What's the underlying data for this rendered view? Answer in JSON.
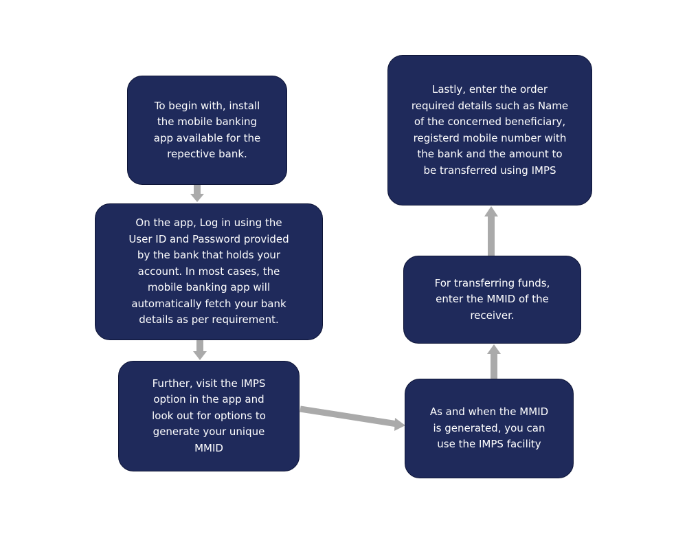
{
  "diagram": {
    "steps": [
      {
        "id": "install-app",
        "text": "To begin with, install the mobile banking app available for the repective bank."
      },
      {
        "id": "log-in",
        "text": "On the app, Log in using the User ID and Password provided by the bank that holds your account. In most cases, the mobile banking app will automatically fetch your bank details as per requirement."
      },
      {
        "id": "generate-mmid",
        "text": "Further, visit the IMPS option in the app and look out for options to generate your unique MMID"
      },
      {
        "id": "use-imps",
        "text": "As and when the MMID is generated, you can use the IMPS facility"
      },
      {
        "id": "enter-mmid",
        "text": "For transferring funds, enter the MMID of the receiver."
      },
      {
        "id": "enter-details",
        "text": "Lastly, enter the order required details such as Name of the concerned beneficiary, registerd mobile number with the bank and the amount to be transferred using IMPS"
      }
    ],
    "connections": [
      {
        "from": "install-app",
        "to": "log-in"
      },
      {
        "from": "log-in",
        "to": "generate-mmid"
      },
      {
        "from": "generate-mmid",
        "to": "use-imps"
      },
      {
        "from": "use-imps",
        "to": "enter-mmid"
      },
      {
        "from": "enter-mmid",
        "to": "enter-details"
      }
    ],
    "colors": {
      "box_fill": "#1f2a5b",
      "box_border": "#0d1436",
      "box_text": "#ffffff",
      "arrow": "#aaaaaa",
      "background": "#ffffff"
    }
  }
}
